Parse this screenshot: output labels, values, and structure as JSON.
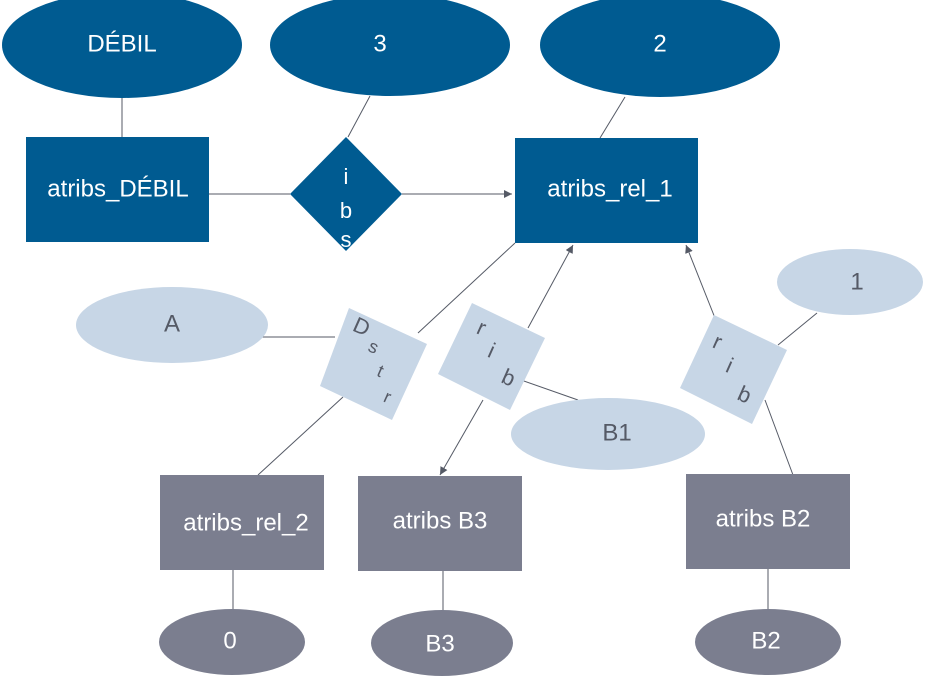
{
  "colors": {
    "strong": "#005b91",
    "light": "#c7d6e6",
    "gray": "#7b7e8f",
    "line": "#555a66",
    "text_light": "#555a66",
    "text_white": "#ffffff"
  },
  "entities": {
    "debil": "atribs_DÉBIL",
    "rel_1": "atribs_rel_1",
    "rel_2": "atribs_rel_2",
    "b3": "atribs B3",
    "b2": "atribs B2"
  },
  "attributes": {
    "debil": "DÉBIL",
    "three": "3",
    "two": "2",
    "a": "A",
    "one": "1",
    "b1": "B1",
    "zero": "0",
    "b3": "B3",
    "b2": "B2"
  },
  "relations": {
    "ibs": [
      "i",
      "b",
      "s"
    ],
    "dstr": [
      "D",
      "s",
      "t",
      "r"
    ],
    "rib_left": [
      "r",
      "i",
      "b"
    ],
    "rib_right": [
      "r",
      "i",
      "b"
    ]
  }
}
